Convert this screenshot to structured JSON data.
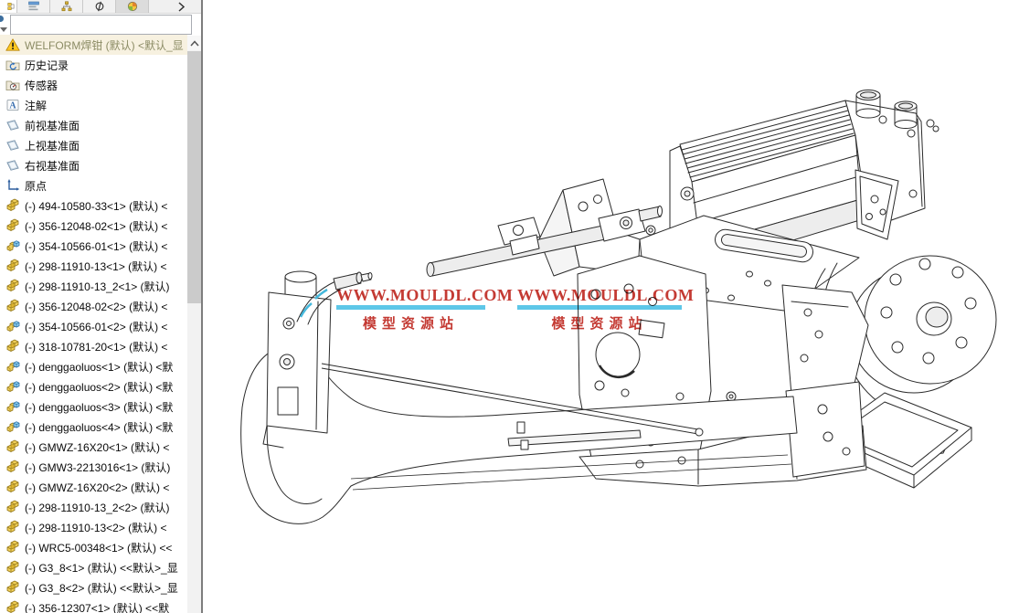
{
  "feature_panel": {
    "tabs": [
      {
        "icon": "featuremanager-tree-tab-icon",
        "active": true
      },
      {
        "icon": "propertymanager-tab-icon",
        "active": false
      },
      {
        "icon": "configurationmanager-tab-icon",
        "active": false
      },
      {
        "icon": "dimxpertmanager-tab-icon",
        "active": false
      },
      {
        "icon": "displaymanager-tab-icon",
        "active": false
      }
    ],
    "overflow_chevron_icon": "chevron-right-icon",
    "filter": {
      "value": "",
      "placeholder": ""
    },
    "tree": {
      "root": {
        "label": "WELFORM焊钳 (默认) <默认_显",
        "icon": "warning-icon"
      },
      "system_items": [
        {
          "label": "历史记录",
          "icon": "history-folder-icon"
        },
        {
          "label": "传感器",
          "icon": "sensors-folder-icon"
        },
        {
          "label": "注解",
          "icon": "annotations-icon"
        },
        {
          "label": "前视基准面",
          "icon": "plane-icon"
        },
        {
          "label": "上视基准面",
          "icon": "plane-icon"
        },
        {
          "label": "右视基准面",
          "icon": "plane-icon"
        },
        {
          "label": "原点",
          "icon": "origin-icon"
        }
      ],
      "components": [
        {
          "label": "(-) 494-10580-33<1> (默认) <",
          "icon": "part-icon"
        },
        {
          "label": "(-) 356-12048-02<1> (默认) <",
          "icon": "part-icon"
        },
        {
          "label": "(-) 354-10566-01<1> (默认) <",
          "icon": "assembly-icon"
        },
        {
          "label": "(-) 298-11910-13<1> (默认) <",
          "icon": "part-icon"
        },
        {
          "label": "(-) 298-11910-13_2<1> (默认)",
          "icon": "part-icon"
        },
        {
          "label": "(-) 356-12048-02<2> (默认) <",
          "icon": "part-icon"
        },
        {
          "label": "(-) 354-10566-01<2> (默认) <",
          "icon": "assembly-icon"
        },
        {
          "label": "(-) 318-10781-20<1> (默认) <",
          "icon": "part-icon"
        },
        {
          "label": "(-) denggaoluos<1> (默认) <默",
          "icon": "assembly-icon"
        },
        {
          "label": "(-) denggaoluos<2> (默认) <默",
          "icon": "assembly-icon"
        },
        {
          "label": "(-) denggaoluos<3> (默认) <默",
          "icon": "assembly-icon"
        },
        {
          "label": "(-) denggaoluos<4> (默认) <默",
          "icon": "assembly-icon"
        },
        {
          "label": "(-) GMWZ-16X20<1> (默认) <",
          "icon": "part-icon"
        },
        {
          "label": "(-) GMW3-2213016<1> (默认)",
          "icon": "part-icon"
        },
        {
          "label": "(-) GMWZ-16X20<2> (默认) <",
          "icon": "part-icon"
        },
        {
          "label": "(-) 298-11910-13_2<2> (默认)",
          "icon": "part-icon"
        },
        {
          "label": "(-) 298-11910-13<2> (默认) <",
          "icon": "part-icon"
        },
        {
          "label": "(-) WRC5-00348<1> (默认) <<",
          "icon": "part-icon"
        },
        {
          "label": "(-) G3_8<1> (默认) <<默认>_显",
          "icon": "part-icon"
        },
        {
          "label": "(-) G3_8<2> (默认) <<默认>_显",
          "icon": "part-icon"
        },
        {
          "label": "(-) 356-12307<1> (默认) <<默",
          "icon": "part-icon"
        }
      ]
    },
    "scrollbar": {
      "up_icon": "chevron-up-icon"
    }
  },
  "viewport": {
    "watermarks": [
      {
        "line1": "WWW.MOULDL.COM",
        "line2": "模型资源站"
      },
      {
        "line1": "WWW.MOULDL.COM",
        "line2": "模型资源站"
      }
    ]
  },
  "colors": {
    "watermark_red": "#c43a33",
    "watermark_cyan": "#5ec7e8",
    "part_yellow": "#ecc53a",
    "assembly_blue": "#8fd0ee",
    "warning_yellow": "#ffc821",
    "panel_border_gray": "#7d7d7d"
  }
}
